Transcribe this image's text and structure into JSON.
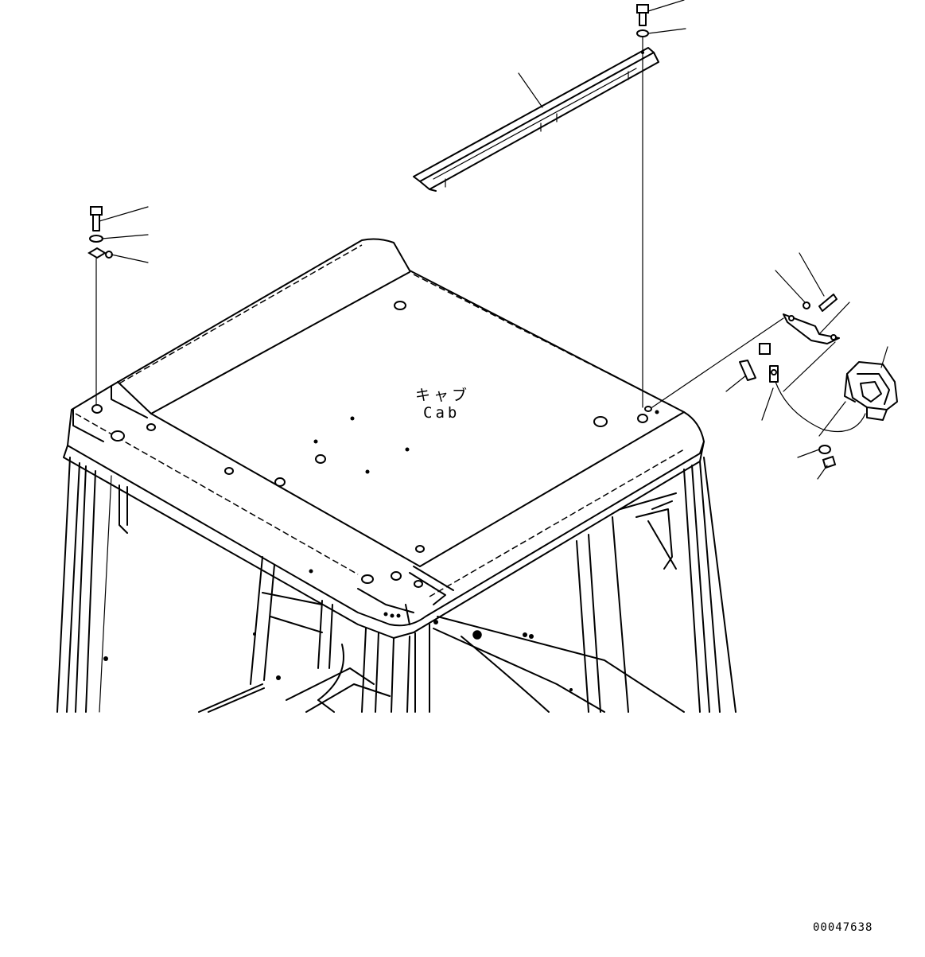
{
  "labels": {
    "cab_jp": "キャブ",
    "cab_en": "Cab"
  },
  "drawing_number": "00047638",
  "colors": {
    "line": "#000000",
    "background": "#ffffff"
  }
}
